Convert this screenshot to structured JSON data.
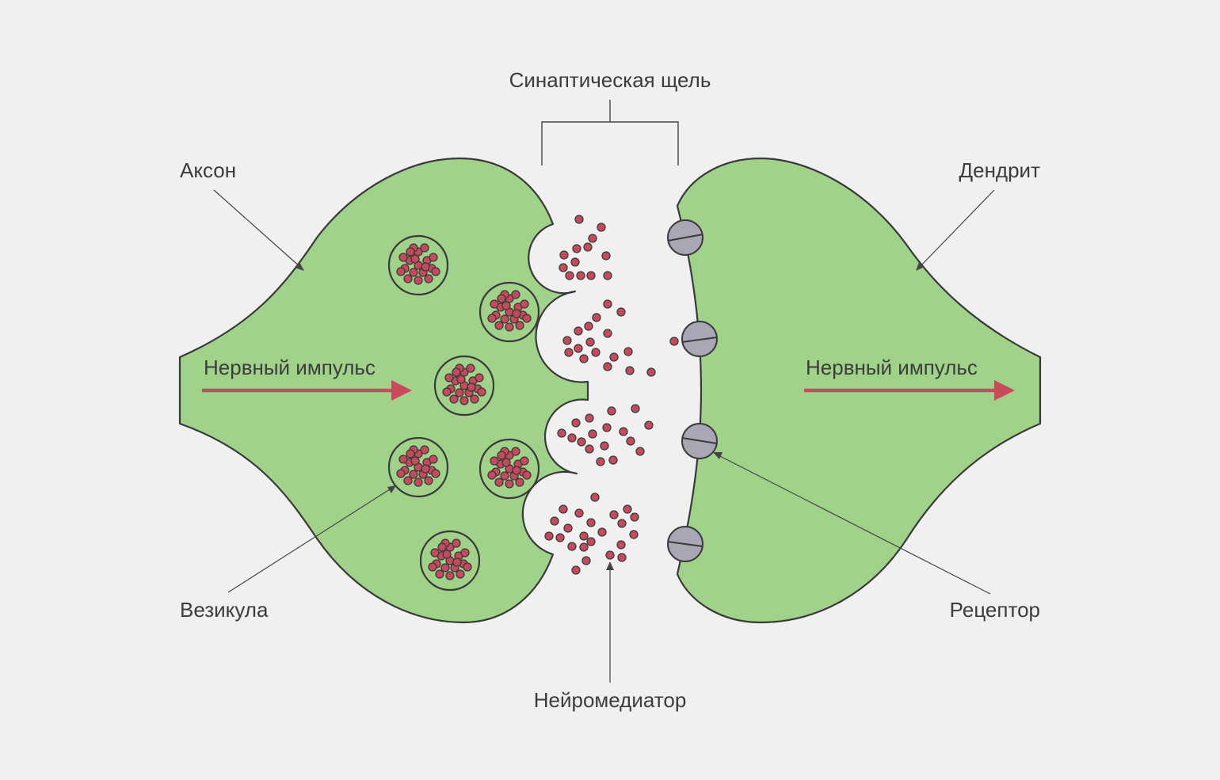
{
  "labels": {
    "synaptic_cleft": "Синаптическая щель",
    "axon": "Аксон",
    "dendrite": "Дендрит",
    "vesicle": "Везикула",
    "neurotransmitter": "Нейромедиатор",
    "receptor": "Рецептор",
    "impulse_left": "Нервный импульс",
    "impulse_right": "Нервный импульс"
  },
  "colors": {
    "background": "#f0f0f0",
    "cell_fill": "#a0d28a",
    "neurotransmitter": "#c44a5c",
    "receptor": "#a9a6b6",
    "impulse_arrow": "#c94a5c",
    "outline": "#3a3a3a"
  }
}
